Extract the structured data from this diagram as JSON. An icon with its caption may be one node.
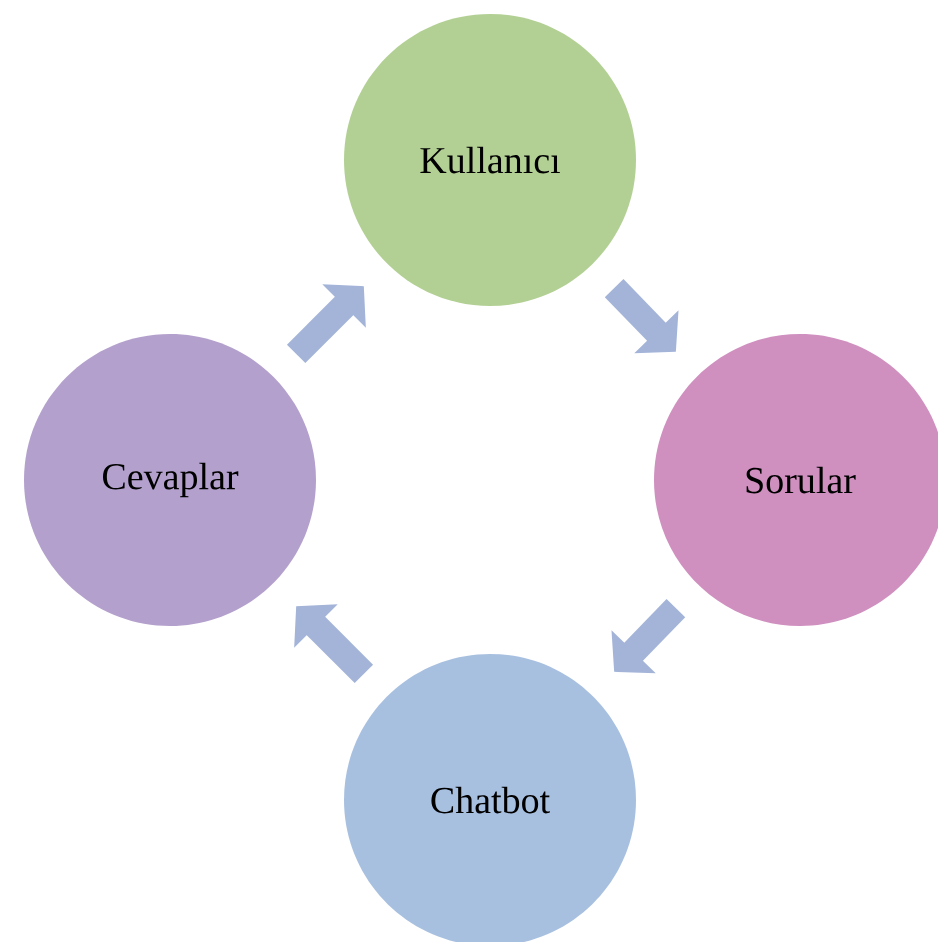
{
  "diagram": {
    "nodes": [
      {
        "text": [
          "Kullanıcı"
        ]
      },
      {
        "text": [
          "Sorular"
        ]
      },
      {
        "text": [
          "Chatbot"
        ]
      },
      {
        "text": [
          "Cevaplar"
        ]
      }
    ],
    "edges": [
      {
        "from": 0,
        "to": 1,
        "arrow": "to"
      },
      {
        "from": 1,
        "to": 2,
        "arrow": "to"
      },
      {
        "from": 2,
        "to": 3,
        "arrow": "to"
      },
      {
        "from": 3,
        "to": 0,
        "arrow": "to"
      }
    ]
  }
}
